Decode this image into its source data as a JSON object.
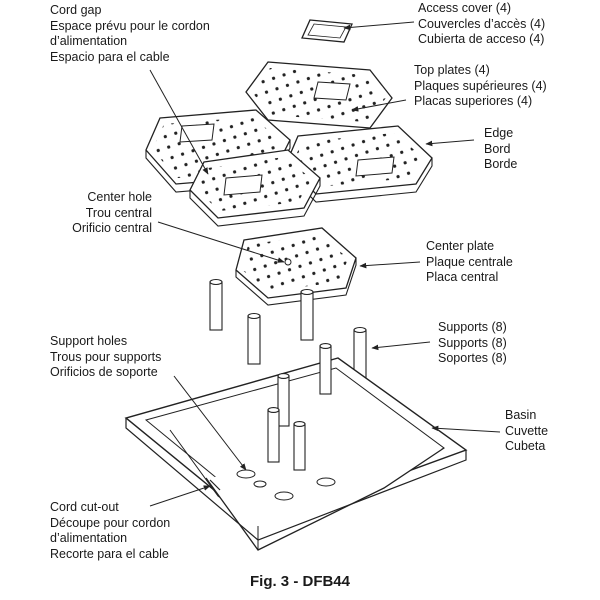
{
  "labels": {
    "cord_gap": [
      "Cord gap",
      "Espace prévu pour le cordon",
      "d’alimentation",
      "Espacio para el cable"
    ],
    "access_cover": [
      "Access cover (4)",
      "Couvercles d’accès (4)",
      "Cubierta de acceso (4)"
    ],
    "top_plates": [
      "Top plates (4)",
      "Plaques supérieures (4)",
      "Placas superiores (4)"
    ],
    "edge": [
      "Edge",
      "Bord",
      "Borde"
    ],
    "center_hole": [
      "Center hole",
      "Trou central",
      "Orificio central"
    ],
    "center_plate": [
      "Center plate",
      "Plaque centrale",
      "Placa central"
    ],
    "supports": [
      "Supports (8)",
      "Supports (8)",
      "Soportes (8)"
    ],
    "support_holes": [
      "Support holes",
      "Trous pour supports",
      "Orificios de soporte"
    ],
    "basin": [
      "Basin",
      "Cuvette",
      "Cubeta"
    ],
    "cord_cutout": [
      "Cord cut-out",
      "Découpe pour cordon",
      "d’alimentation",
      "Recorte para el cable"
    ]
  },
  "caption": "Fig. 3 - DFB44",
  "colors": {
    "line": "#222222",
    "fill": "#ffffff",
    "shade": "#d9d9d9"
  }
}
